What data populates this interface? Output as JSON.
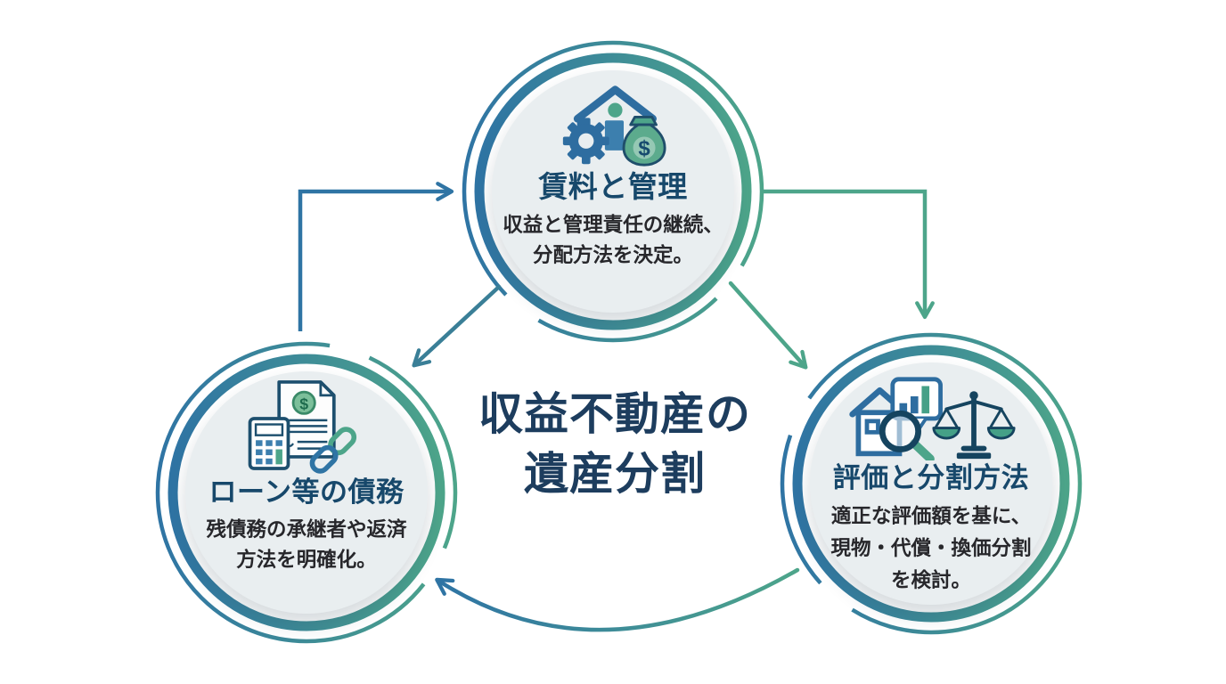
{
  "center": {
    "title_line1": "収益不動産の",
    "title_line2": "遺産分割"
  },
  "nodes": {
    "top": {
      "title": "賃料と管理",
      "desc": [
        "収益と管理責任の継続、",
        "分配方法を決定。"
      ],
      "icon": "house-gear-money-icon"
    },
    "left": {
      "title": "ローン等の債務",
      "desc": [
        "残債務の承継者や返済",
        "方法を明確化。"
      ],
      "icon": "document-calculator-chain-icon"
    },
    "right": {
      "title": "評価と分割方法",
      "desc": [
        "適正な評価額を基に、",
        "現物・代償・換価分割",
        "を検討。"
      ],
      "icon": "house-appraisal-scale-icon"
    }
  },
  "icons": {
    "currency_symbol": "$"
  },
  "colors": {
    "ring_blue": "#2f74a4",
    "ring_green": "#4da58a",
    "arrow_teal": "#3a7f97",
    "title_navy": "#17486b",
    "center_navy": "#1d3d5e",
    "inner_fill": "#e9eef0",
    "body_text": "#27272b"
  }
}
